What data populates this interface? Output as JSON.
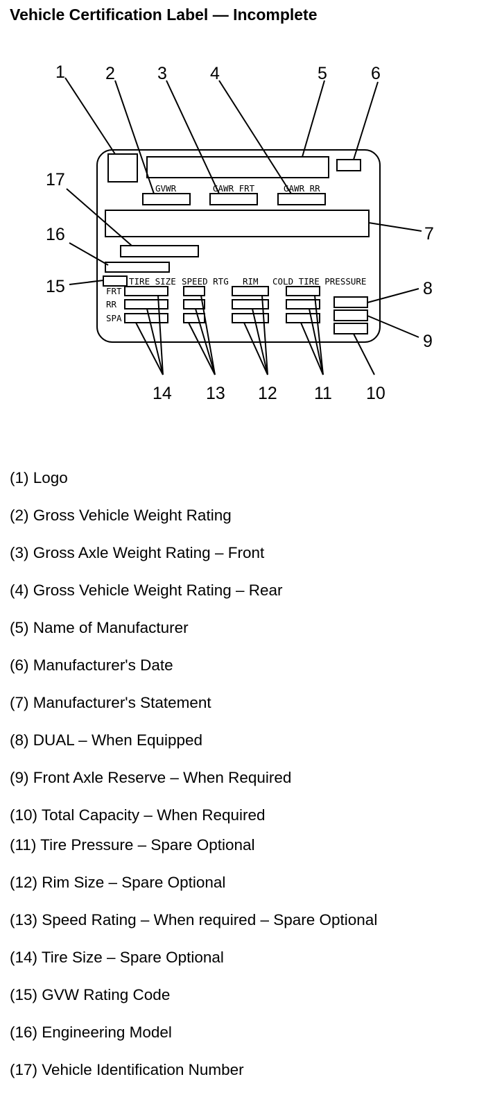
{
  "title": "Vehicle Certification Label — Incomplete",
  "diagram": {
    "callouts": [
      "1",
      "2",
      "3",
      "4",
      "5",
      "6",
      "7",
      "8",
      "9",
      "10",
      "11",
      "12",
      "13",
      "14",
      "15",
      "16",
      "17"
    ],
    "field_labels": {
      "gvwr": "GVWR",
      "gawr_frt": "GAWR FRT",
      "gawr_rr": "GAWR RR",
      "tire_size": "TIRE SIZE",
      "speed_rtg": "SPEED RTG",
      "rim": "RIM",
      "cold_tire_pressure": "COLD TIRE PRESSURE",
      "frt": "FRT",
      "rr": "RR",
      "spa": "SPA"
    }
  },
  "legend": [
    "(1) Logo",
    "(2) Gross Vehicle Weight Rating",
    "(3) Gross Axle Weight Rating – Front",
    "(4) Gross Vehicle Weight Rating – Rear",
    "(5) Name of Manufacturer",
    "(6) Manufacturer's Date",
    "(7) Manufacturer's Statement",
    "(8) DUAL – When Equipped",
    "(9) Front Axle Reserve – When Required",
    "(10) Total Capacity – When Required",
    "(11) Tire Pressure – Spare Optional",
    "(12) Rim Size – Spare Optional",
    "(13) Speed Rating – When required – Spare Optional",
    "(14) Tire Size – Spare Optional",
    "(15) GVW Rating Code",
    "(16) Engineering Model",
    "(17) Vehicle Identification Number"
  ]
}
